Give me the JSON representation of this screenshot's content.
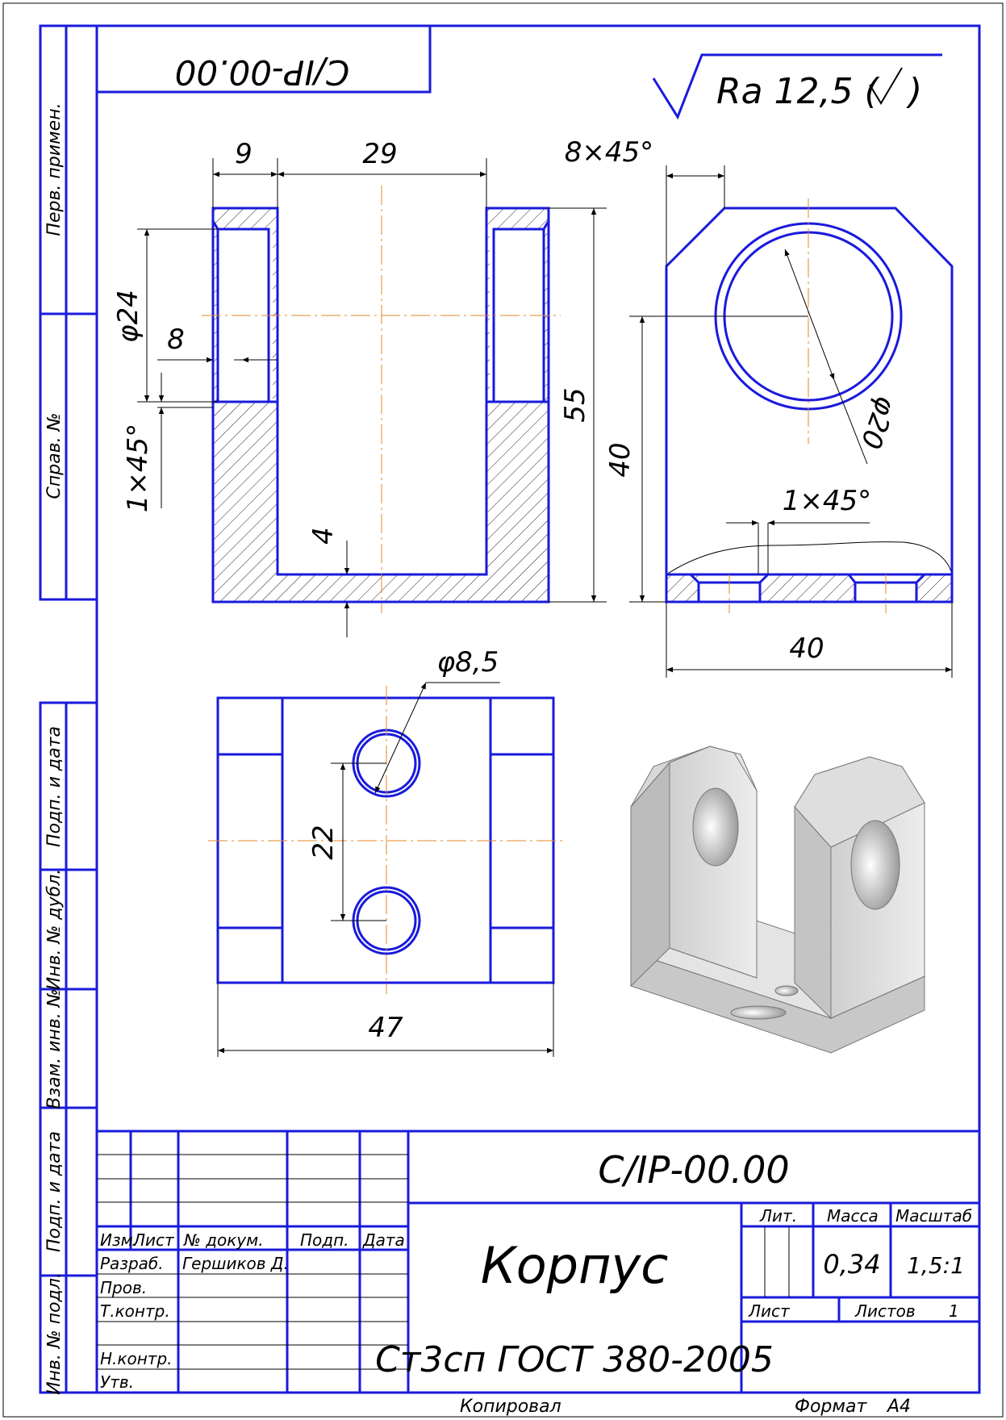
{
  "colors": {
    "line": "#1a1adc",
    "thin": "#000000",
    "axis": "#e08a2a",
    "hatch": "#222222"
  },
  "sheet": {
    "top_code_mirrored": "С/IР-00.00",
    "roughness": "Ra 12,5 (",
    "roughness_check": ")"
  },
  "dimensions": {
    "d9": "9",
    "d29": "29",
    "chamfer_top": "8×45°",
    "dia24": "φ24",
    "d8": "8",
    "chamfer_1x45_left": "1×45°",
    "d55": "55",
    "d40_vert": "40",
    "dia20": "φ20",
    "chamfer_1x45_right": "1×45°",
    "d4": "4",
    "d40_horiz": "40",
    "dia8_5": "φ8,5",
    "d22": "22",
    "d47": "47"
  },
  "side_strip": {
    "perv_primen": "Перв. примен.",
    "sprav_no": "Справ. №",
    "podp_data_1": "Подп. и дата",
    "inv_dubl": "Инв. № дубл.",
    "vzam_inv": "Взам. инв. №",
    "podp_data_2": "Подп. и дата",
    "inv_podl": "Инв. № подл."
  },
  "title_block": {
    "designation": "С/IР-00.00",
    "part_name": "Корпус",
    "material": "Ст3сп ГОСТ 380-2005",
    "col_izm": "Изм.",
    "col_list": "Лист",
    "col_doc": "№ докум.",
    "col_podp": "Подп.",
    "col_data": "Дата",
    "row_razrab": "Разраб.",
    "razrab_name": "Гершиков Д.",
    "row_prov": "Пров.",
    "row_tkontr": "Т.контр.",
    "row_nkontr": "Н.контр.",
    "row_utv": "Утв.",
    "lit_label": "Лит.",
    "mass_label": "Масса",
    "scale_label": "Масштаб",
    "mass_value": "0,34",
    "scale_value": "1,5:1",
    "sheet_label": "Лист",
    "sheets_label": "Листов",
    "sheets_value": "1"
  },
  "footer": {
    "copied": "Копировал",
    "format_label": "Формат",
    "format_value": "А4"
  }
}
